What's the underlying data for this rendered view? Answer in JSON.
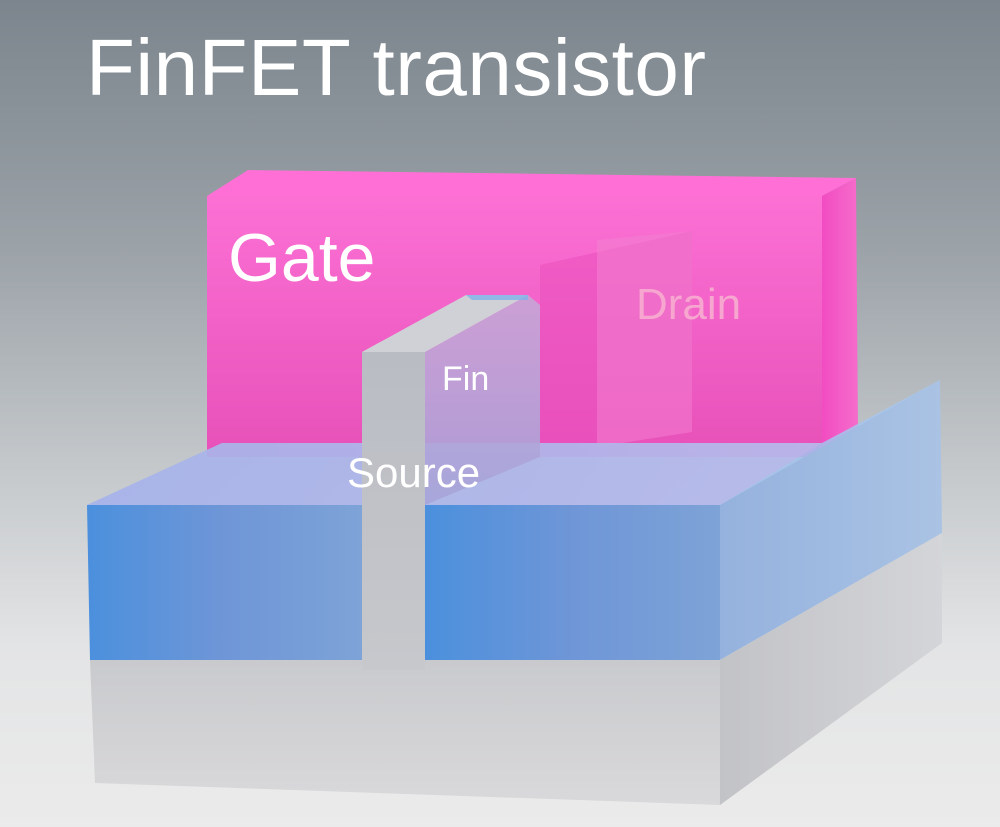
{
  "title": "FinFET transistor",
  "labels": {
    "gate": "Gate",
    "drain": "Drain",
    "fin": "Fin",
    "source": "Source"
  },
  "colors": {
    "gate": "#f25ec5",
    "oxide": "#5f9ede",
    "substrate": "#c8c9cd",
    "fin": "#c2c4ca",
    "title_text": "#ffffff",
    "drain_text": "#f6a6cf"
  }
}
